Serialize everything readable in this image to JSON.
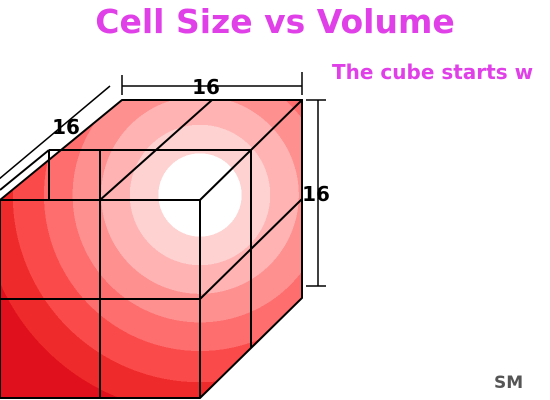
{
  "title": "Cell Size vs Volume",
  "subtitle": "The cube starts w",
  "dimensions": {
    "top_edge": "16",
    "side_edge": "16",
    "height_edge": "16"
  },
  "initials": "SM",
  "colors": {
    "title": "#e040e8",
    "cube_dark": "#e8101c",
    "cube_light": "#ffffff"
  }
}
